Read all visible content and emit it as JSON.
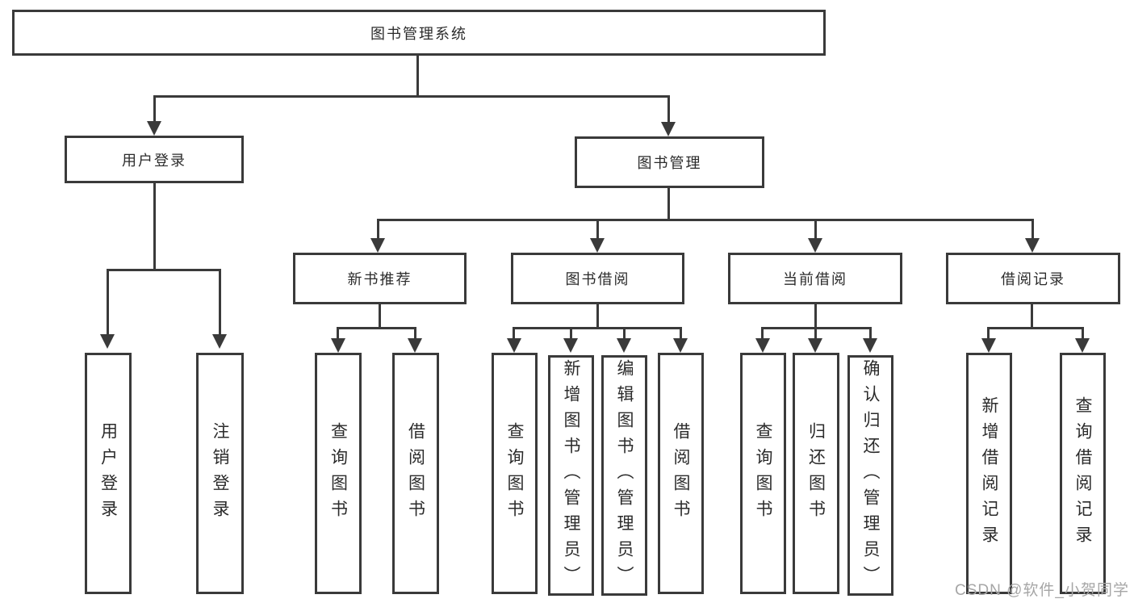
{
  "diagram": {
    "root": "图书管理系统",
    "user_login": "用户登录",
    "book_management": "图书管理",
    "modules": [
      "新书推荐",
      "图书借阅",
      "当前借阅",
      "借阅记录"
    ],
    "user_login_children": [
      "用户登录",
      "注销登录"
    ],
    "new_book_children": [
      "查询图书",
      "借阅图书"
    ],
    "book_borrow_children": [
      "查询图书",
      "新增图书（管理员）",
      "编辑图书（管理员）",
      "借阅图书"
    ],
    "current_borrow_children": [
      "查询图书",
      "归还图书",
      "确认归还（管理员）"
    ],
    "borrow_record_children": [
      "新增借阅记录",
      "查询借阅记录"
    ]
  },
  "watermark": "CSDN @软件_小贺同学",
  "colors": {
    "line": "#3a3a3a",
    "text": "#2b2b2b",
    "watermark": "#a6a6a6",
    "background": "#ffffff"
  }
}
